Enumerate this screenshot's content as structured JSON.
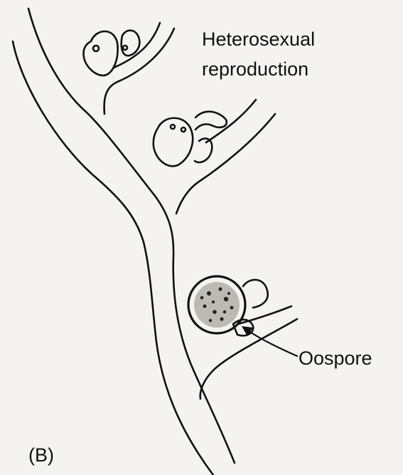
{
  "figure": {
    "title_line1": "Heterosexual",
    "title_line2": "reproduction",
    "oospore_label": "Oospore",
    "panel_label": "(B)",
    "ink_color": "#111111",
    "paper_color": "#f4f3f0"
  }
}
